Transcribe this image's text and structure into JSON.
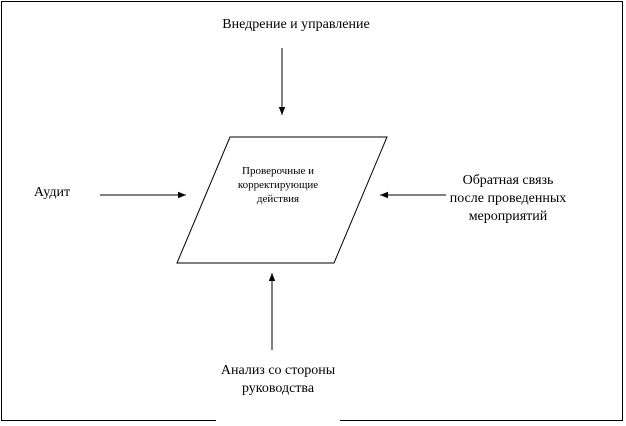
{
  "diagram": {
    "center": {
      "text": "Проверочные и корректирующие действия"
    },
    "inputs": {
      "top": "Внедрение и управление",
      "left": "Аудит",
      "right": "Обратная связь после проведенных мероприятий",
      "bottom": "Анализ со стороны руководства"
    },
    "colors": {
      "line": "#000000",
      "background": "#ffffff"
    }
  }
}
